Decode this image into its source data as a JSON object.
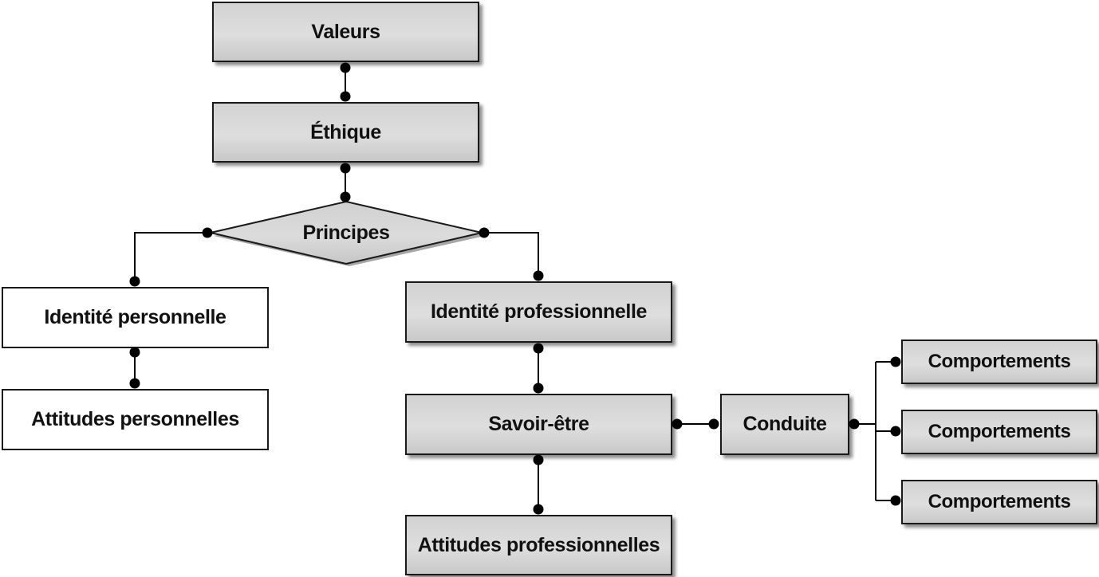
{
  "diagram": {
    "valeurs": "Valeurs",
    "ethique": "Éthique",
    "principes": "Principes",
    "identite_personnelle": "Identité personnelle",
    "attitudes_personnelles": "Attitudes personnelles",
    "identite_professionnelle": "Identité professionnelle",
    "savoir_etre": "Savoir-être",
    "attitudes_professionnelles": "Attitudes professionnelles",
    "conduite": "Conduite",
    "comportements": [
      "Comportements",
      "Comportements",
      "Comportements"
    ]
  },
  "colors": {
    "box_fill": "#d6d6d6",
    "line": "#000000",
    "text": "#111111"
  }
}
